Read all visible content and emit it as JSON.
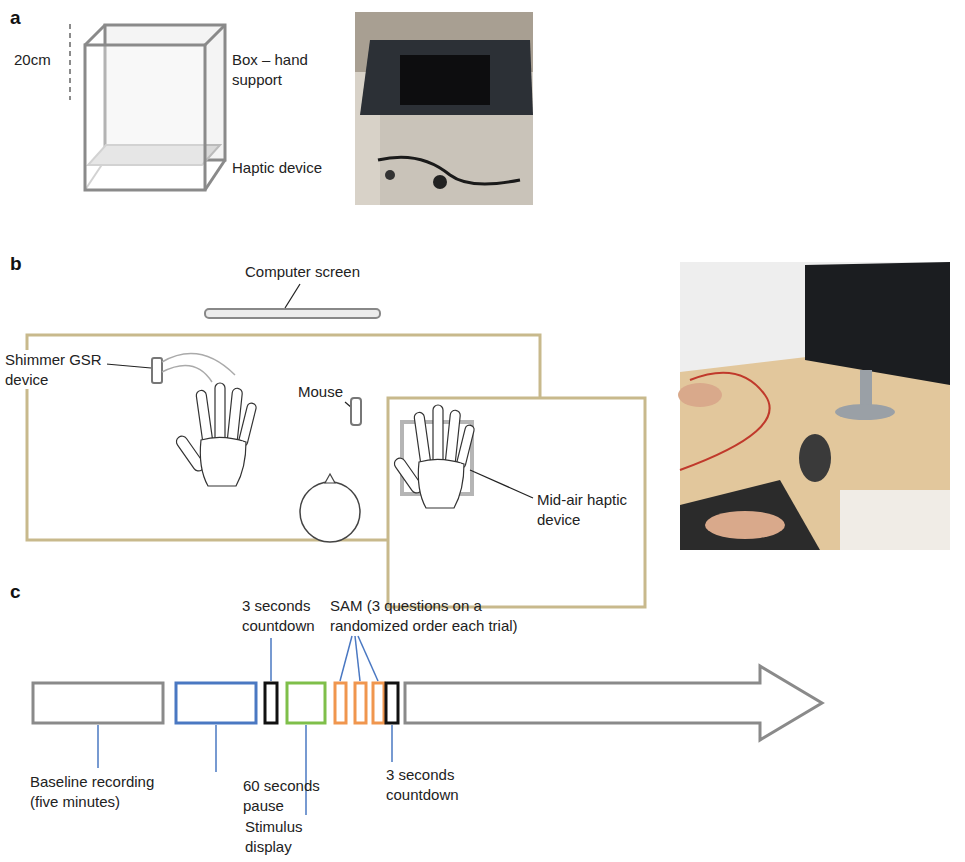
{
  "diagram": {
    "labels": [
      "a",
      "20cm",
      "Box – hand support",
      "Haptic device",
      "b",
      "Computer screen",
      "Shimmer GSR device",
      "Mouse",
      "Mid-air haptic device",
      "c",
      "3 seconds countdown",
      "SAM (3 questions on a randomized order each trial)",
      "Baseline recording (five minutes)",
      "60 seconds pause",
      "Stimulus display",
      "3 seconds countdown"
    ]
  }
}
